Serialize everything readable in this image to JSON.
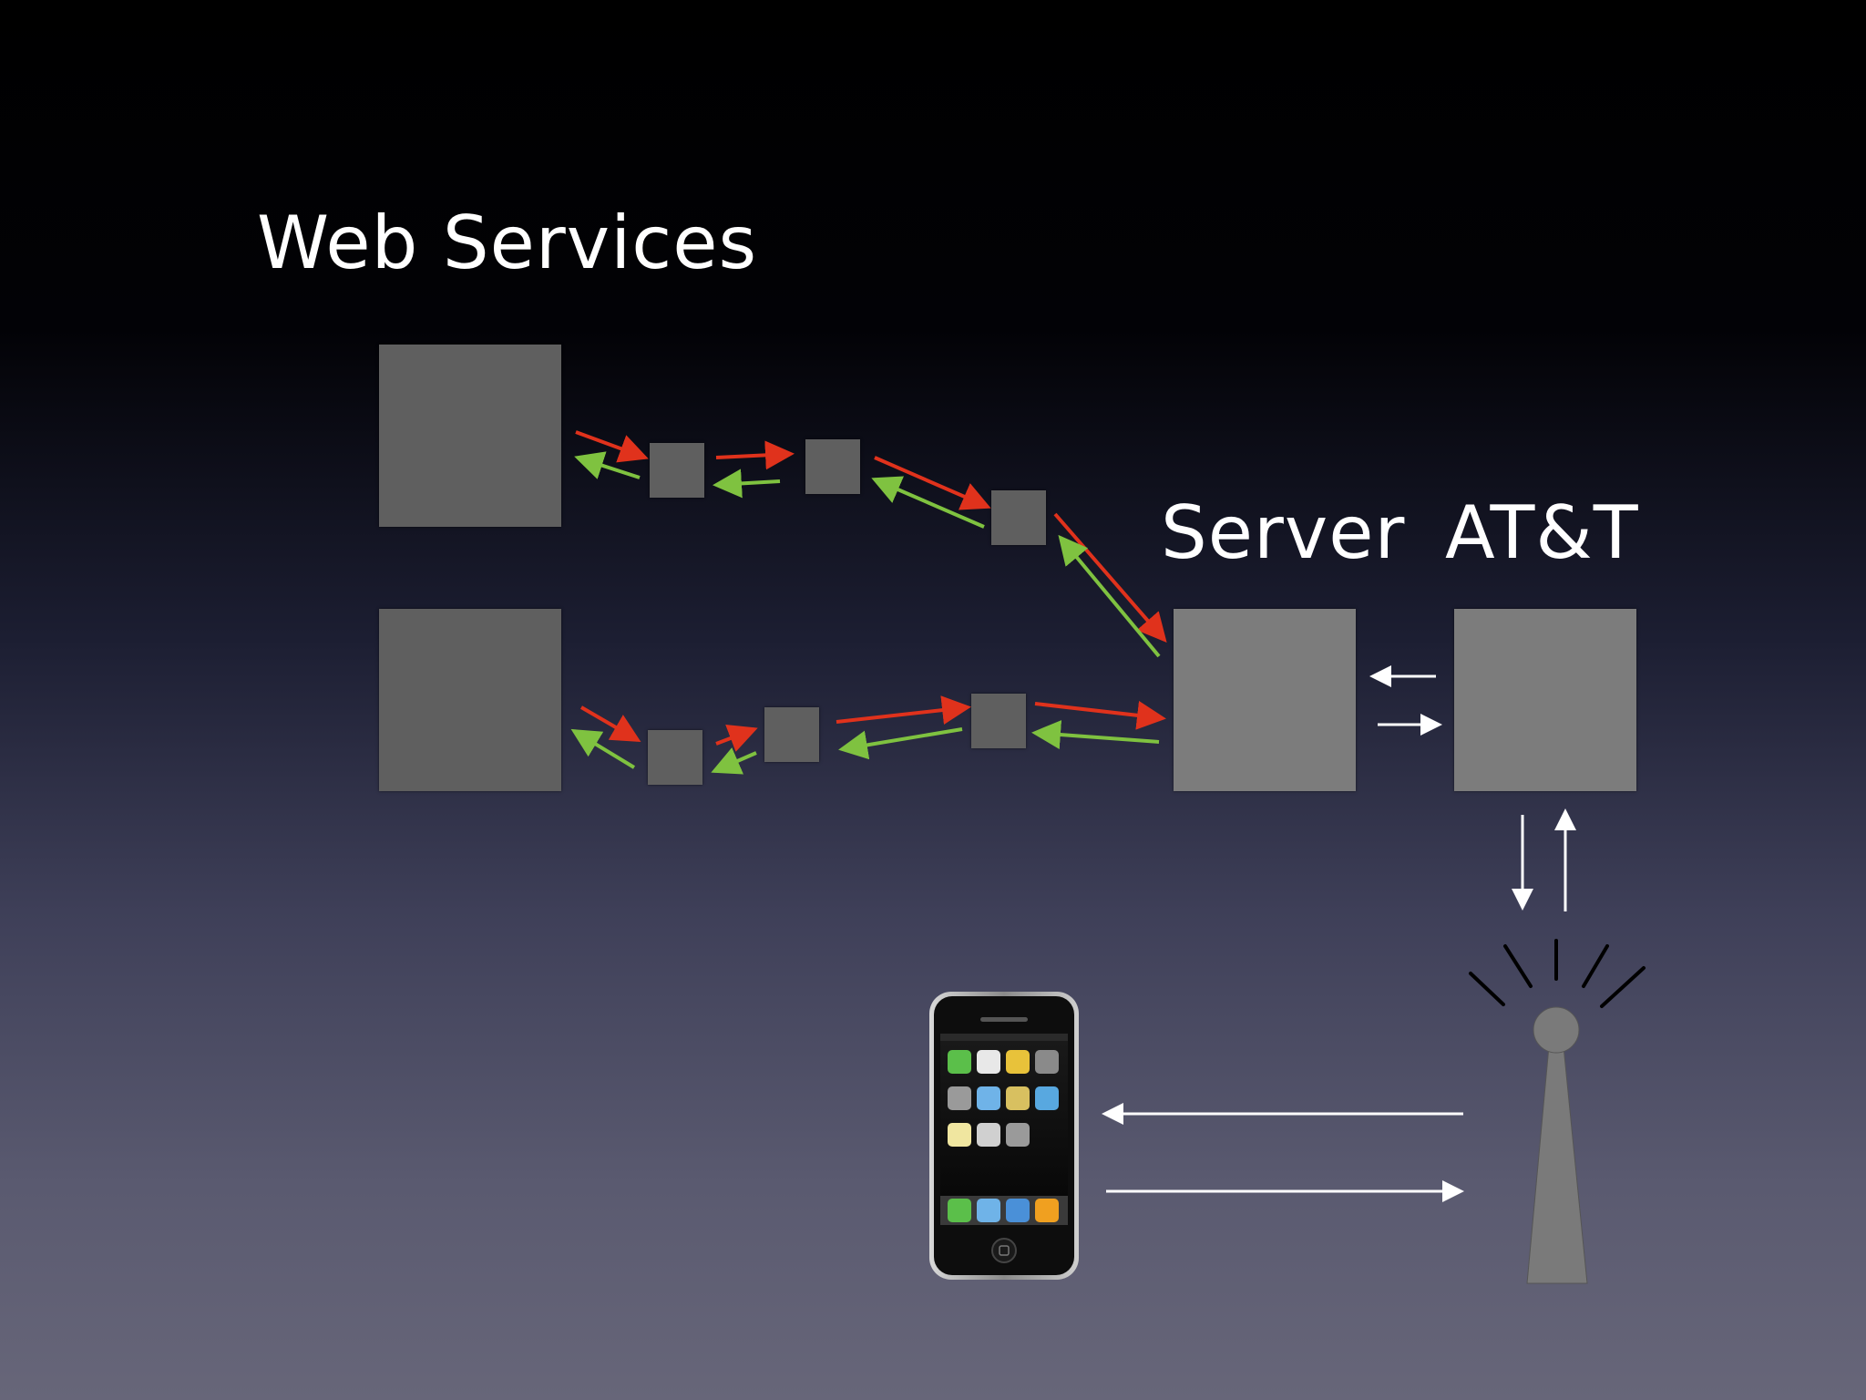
{
  "labels": {
    "web_services": "Web Services",
    "server": "Server",
    "att": "AT&T"
  },
  "colors": {
    "request_arrow": "#e0321c",
    "response_arrow": "#7fc240",
    "link_arrow": "#ffffff",
    "service_box": "#5f5f5f",
    "endpoint_box": "#7c7c7c"
  },
  "icons": {
    "phone": "iphone-icon",
    "tower": "cell-tower-icon"
  }
}
